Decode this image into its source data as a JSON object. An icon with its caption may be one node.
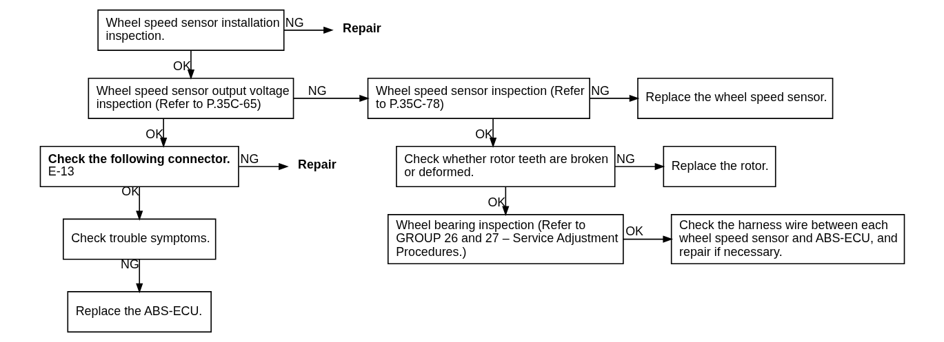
{
  "diagram": {
    "nodes": [
      {
        "text": [
          "Wheel speed sensor installation inspection."
        ]
      },
      {
        "text": [
          "Repair"
        ]
      },
      {
        "text": [
          "Wheel speed sensor output voltage inspection (Refer to P.35C-65)"
        ]
      },
      {
        "text": [
          "Wheel speed sensor inspection (Refer to P.35C-78)"
        ]
      },
      {
        "text": [
          "Replace the wheel speed sensor."
        ]
      },
      {
        "text": [
          "Check the following connector.",
          "E-13"
        ]
      },
      {
        "text": [
          "Repair"
        ]
      },
      {
        "text": [
          "Check trouble symptoms."
        ]
      },
      {
        "text": [
          "Replace the ABS-ECU."
        ]
      },
      {
        "text": [
          "Check whether rotor teeth are broken or deformed."
        ]
      },
      {
        "text": [
          "Replace the rotor."
        ]
      },
      {
        "text": [
          "Wheel bearing inspection (Refer to GROUP 26 and 27 – Service Adjustment Procedures.)"
        ]
      },
      {
        "text": [
          "Check the harness wire between each wheel speed sensor and ABS-ECU, and repair if necessary."
        ]
      }
    ],
    "edges": [
      {
        "from": 0,
        "to": 1,
        "arrow": "to",
        "label": "NG"
      },
      {
        "from": 0,
        "to": 2,
        "arrow": "to",
        "label": "OK"
      },
      {
        "from": 2,
        "to": 3,
        "arrow": "to",
        "label": "NG"
      },
      {
        "from": 3,
        "to": 4,
        "arrow": "to",
        "label": "NG"
      },
      {
        "from": 2,
        "to": 5,
        "arrow": "to",
        "label": "OK"
      },
      {
        "from": 5,
        "to": 6,
        "arrow": "to",
        "label": "NG"
      },
      {
        "from": 5,
        "to": 7,
        "arrow": "to",
        "label": "OK"
      },
      {
        "from": 7,
        "to": 8,
        "arrow": "to",
        "label": "NG"
      },
      {
        "from": 3,
        "to": 9,
        "arrow": "to",
        "label": "OK"
      },
      {
        "from": 9,
        "to": 10,
        "arrow": "to",
        "label": "NG"
      },
      {
        "from": 9,
        "to": 11,
        "arrow": "to",
        "label": "OK"
      },
      {
        "from": 11,
        "to": 12,
        "arrow": "to",
        "label": "OK"
      }
    ]
  }
}
